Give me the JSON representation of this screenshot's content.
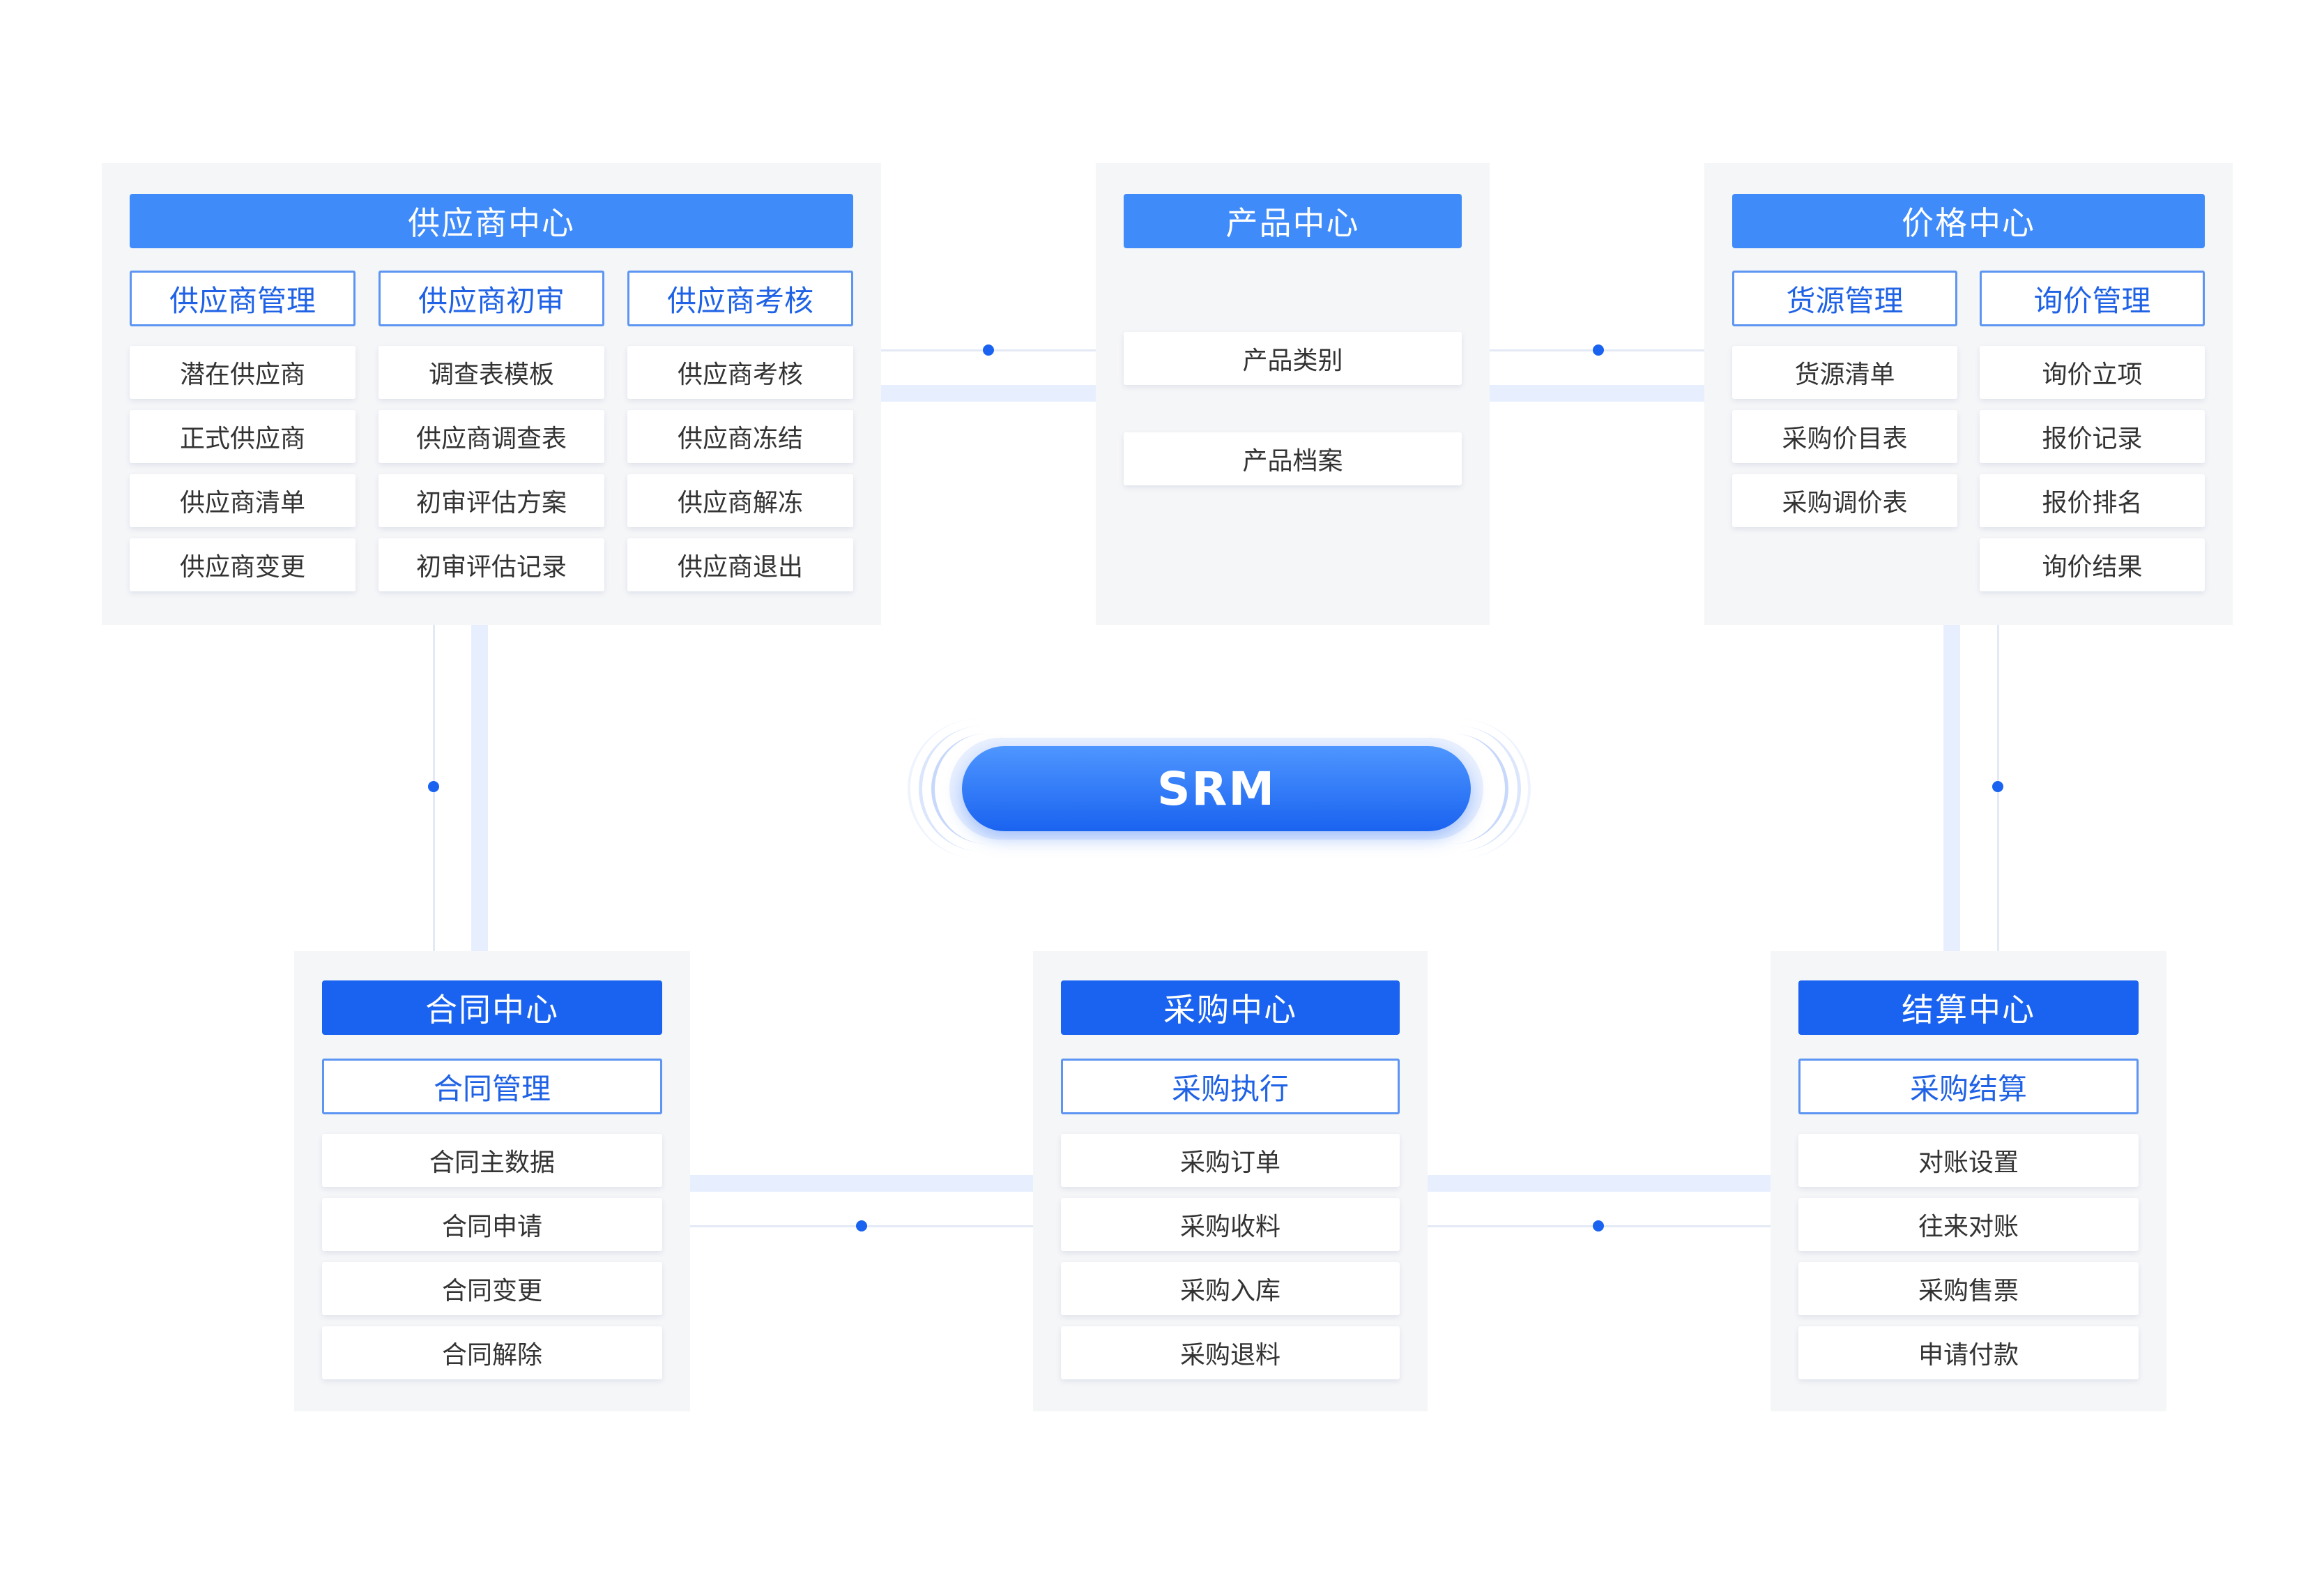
{
  "supplier_center": {
    "title": "供应商中心",
    "columns": [
      {
        "label": "供应商管理",
        "items": [
          "潜在供应商",
          "正式供应商",
          "供应商清单",
          "供应商变更"
        ]
      },
      {
        "label": "供应商初审",
        "items": [
          "调查表模板",
          "供应商调查表",
          "初审评估方案",
          "初审评估记录"
        ]
      },
      {
        "label": "供应商考核",
        "items": [
          "供应商考核",
          "供应商冻结",
          "供应商解冻",
          "供应商退出"
        ]
      }
    ]
  },
  "product_center": {
    "title": "产品中心",
    "items": [
      "产品类别",
      "产品档案"
    ]
  },
  "price_center": {
    "title": "价格中心",
    "columns": [
      {
        "label": "货源管理",
        "items": [
          "货源清单",
          "采购价目表",
          "采购调价表"
        ]
      },
      {
        "label": "询价管理",
        "items": [
          "询价立项",
          "报价记录",
          "报价排名",
          "询价结果"
        ]
      }
    ]
  },
  "core": {
    "label": "SRM"
  },
  "contract_center": {
    "title": "合同中心",
    "sub": "合同管理",
    "items": [
      "合同主数据",
      "合同申请",
      "合同变更",
      "合同解除"
    ]
  },
  "purchase_center": {
    "title": "采购中心",
    "sub": "采购执行",
    "items": [
      "采购订单",
      "采购收料",
      "采购入库",
      "采购退料"
    ]
  },
  "settlement_center": {
    "title": "结算中心",
    "sub": "采购结算",
    "items": [
      "对账设置",
      "往来对账",
      "采购售票",
      "申请付款"
    ]
  },
  "colors": {
    "header_light": "#3f8bfa",
    "header_dark": "#1a63f0",
    "panel_bg": "#f5f6f8",
    "connector": "#e7efff",
    "dot": "#1a63f0",
    "sub_text": "#1f62e6"
  }
}
